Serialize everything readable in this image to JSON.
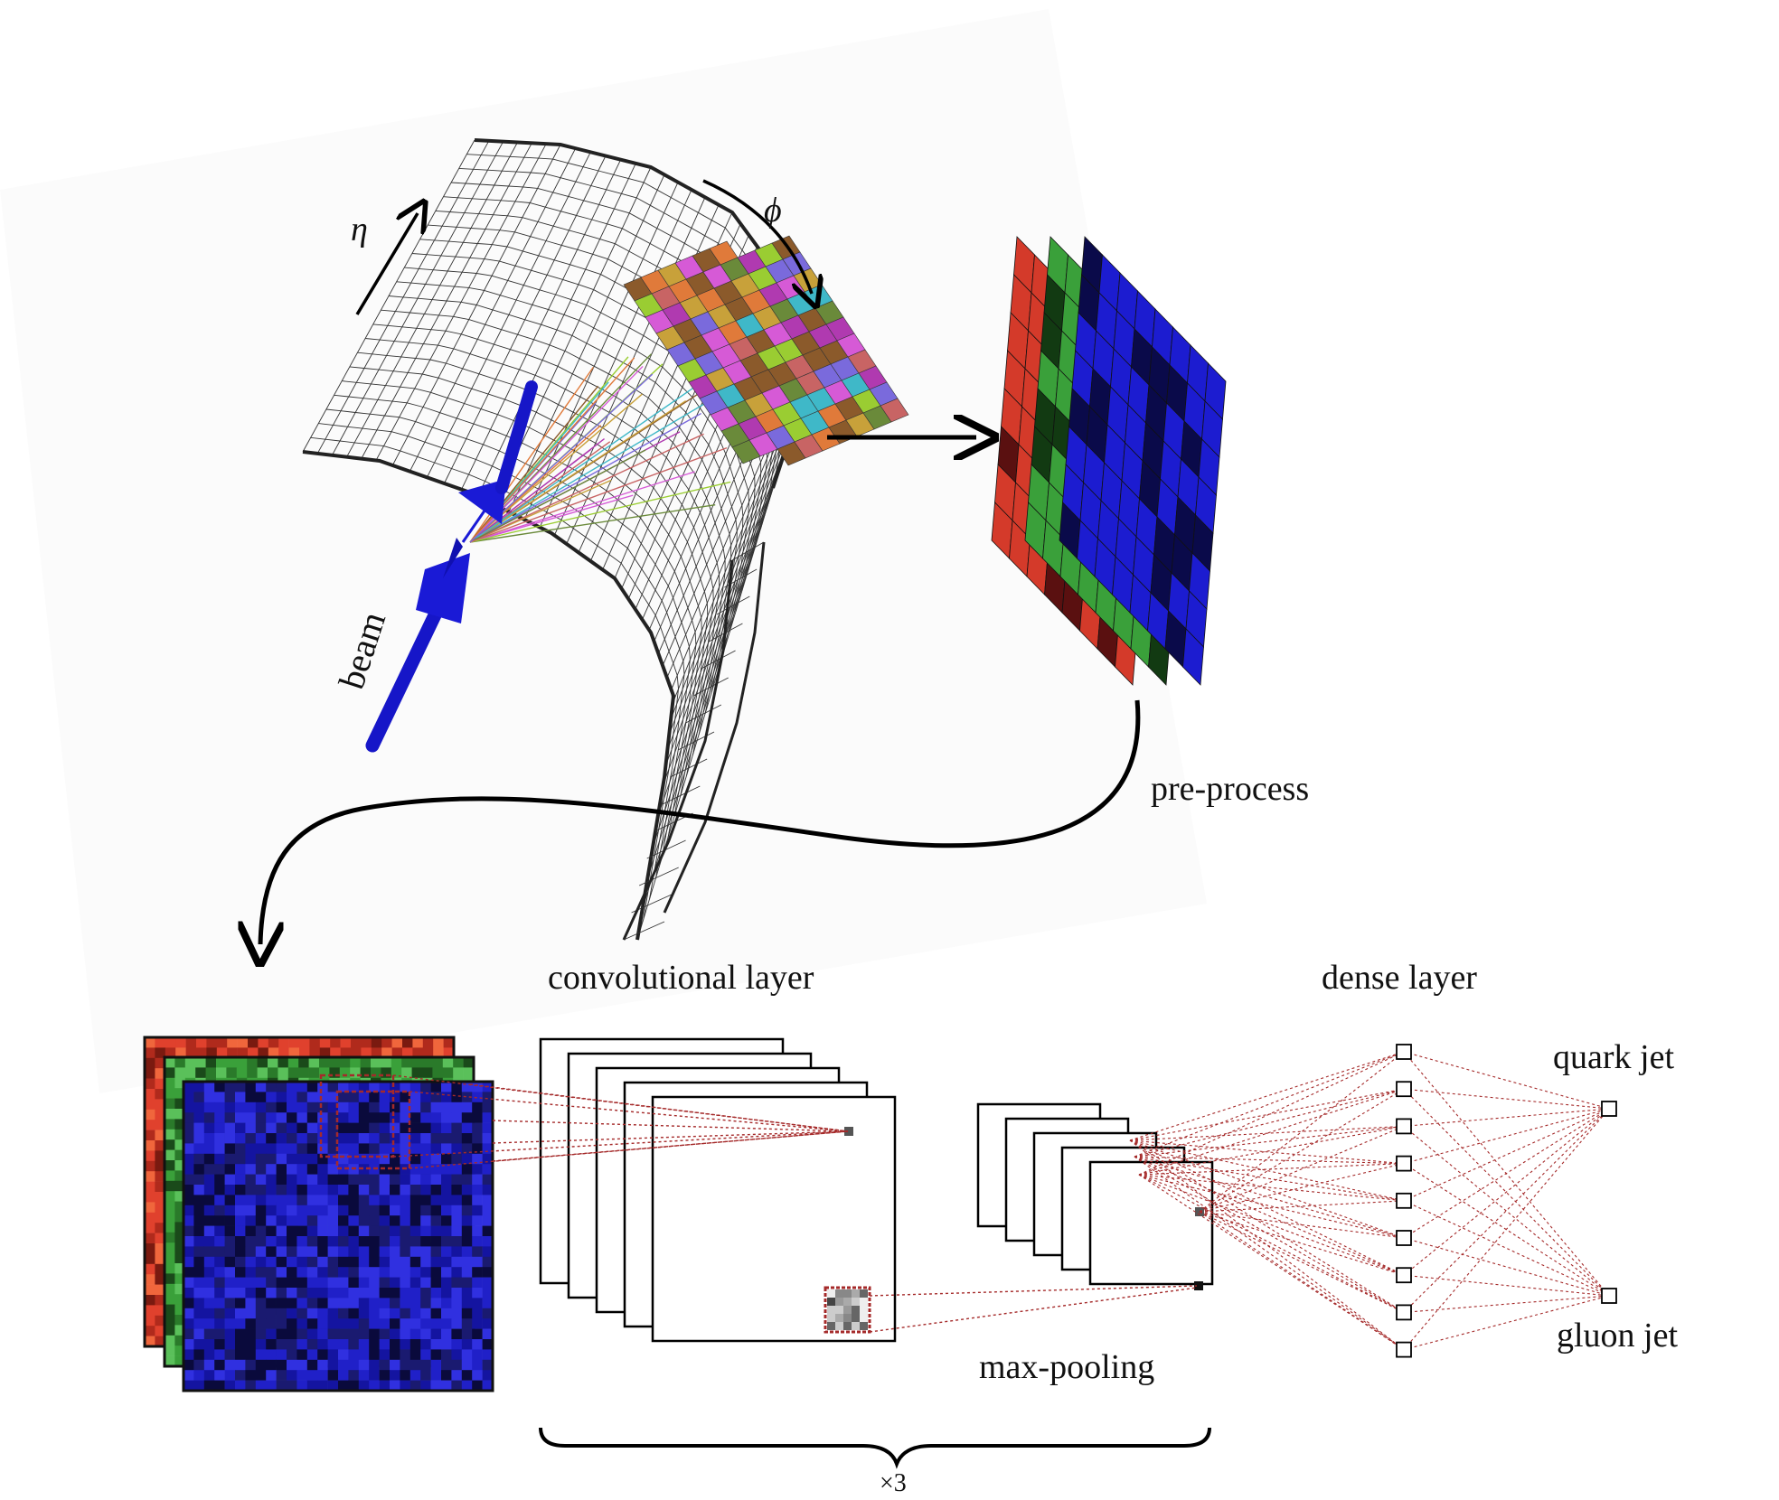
{
  "labels": {
    "eta": "η",
    "phi": "ϕ",
    "beam": "beam",
    "pre_process": "pre-process",
    "convolutional_layer": "convolutional layer",
    "dense_layer": "dense layer",
    "max_pooling": "max-pooling",
    "times3": "×3",
    "quark_jet": "quark jet",
    "gluon_jet": "gluon jet"
  },
  "colors": {
    "beam": "#1a1ad6",
    "red_channel": "#d43a2a",
    "green_channel": "#3aa03a",
    "blue_channel": "#1c1cd0",
    "connection": "#a52a2a",
    "mesh": "#333333"
  },
  "network": {
    "conv_feature_maps": 5,
    "pool_feature_maps": 5,
    "dense_nodes": 9,
    "output_nodes": 2
  }
}
